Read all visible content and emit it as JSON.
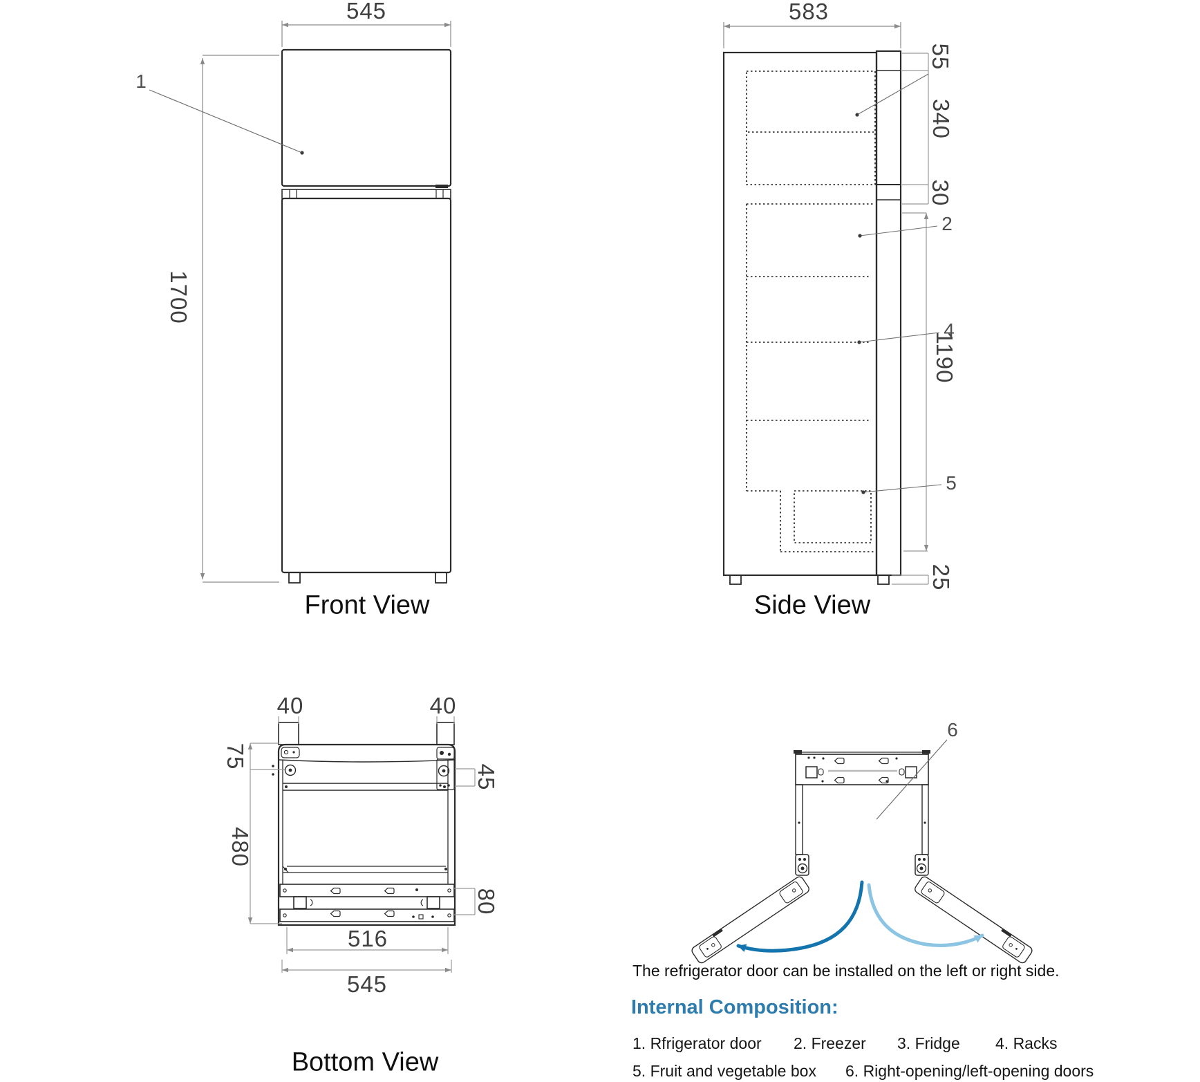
{
  "front_view": {
    "title": "Front View",
    "width_dim": "545",
    "height_dim": "1700",
    "callout_freezer_door": "1"
  },
  "side_view": {
    "title": "Side View",
    "depth_dim": "583",
    "top_dim": "55",
    "freezer_dim": "340",
    "gap_dim": "30",
    "fridge_dim": "1190",
    "base_dim": "25",
    "callout_freezer": "2",
    "callout_racks": "4",
    "callout_fruit_box": "5"
  },
  "bottom_view": {
    "title": "Bottom View",
    "hinge_left_dim": "40",
    "hinge_right_dim": "40",
    "front_edge_dim": "75",
    "side_edge_dim": "45",
    "depth_dim": "480",
    "rear_edge_dim": "80",
    "inner_width_dim": "516",
    "outer_width_dim": "545"
  },
  "door_diagram": {
    "callout_doors": "6",
    "caption": "The refrigerator door can be installed on the left or right side."
  },
  "internal_composition": {
    "heading": "Internal Composition:",
    "items": [
      "1. Rfrigerator door",
      "2. Freezer",
      "3. Fridge",
      "4. Racks",
      "5. Fruit and vegetable box",
      "6. Right-opening/left-opening doors"
    ]
  },
  "colors": {
    "heading_blue": "#2e7cad",
    "arc_dark_blue": "#1474ad",
    "arc_light_blue": "#8cc5e3",
    "line_dark": "#2b2b2b",
    "line_dim": "#979797"
  }
}
